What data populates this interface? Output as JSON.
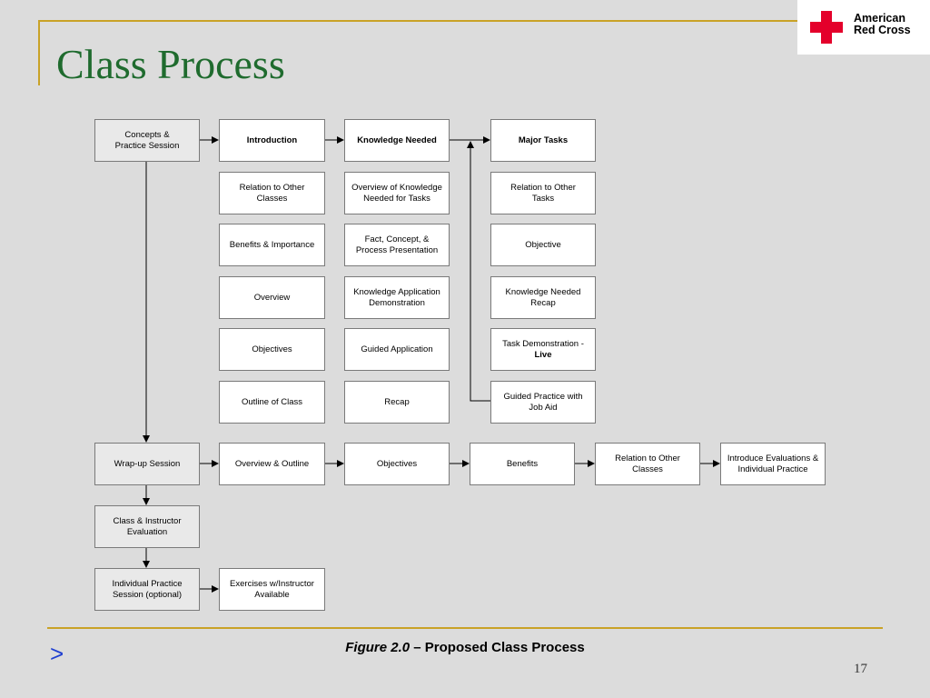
{
  "slide": {
    "title": "Class Process",
    "logo_text": "American\nRed Cross",
    "caption_figure": "Figure 2.0",
    "caption_rest": " – Proposed Class Process",
    "nav_arrow": ">",
    "page_number": "17"
  },
  "colors": {
    "background": "#dcdcdc",
    "title": "#1f6b2e",
    "accent_rule": "#c9a227",
    "logo_red": "#e4002b",
    "nav_arrow": "#1f3fd1"
  },
  "icons": {
    "logo": "red-cross-icon",
    "nav": "next-arrow-icon"
  },
  "nodes": {
    "concepts": "Concepts &\nPractice Session",
    "introduction": "Introduction",
    "knowledge_needed": "Knowledge Needed",
    "major_tasks": "Major Tasks",
    "intro_relation": "Relation to Other\nClasses",
    "intro_benefits": "Benefits & Importance",
    "intro_overview": "Overview",
    "intro_objectives": "Objectives",
    "intro_outline": "Outline of Class",
    "kn_overview": "Overview of Knowledge\nNeeded for Tasks",
    "kn_fact": "Fact, Concept, &\nProcess Presentation",
    "kn_app_demo": "Knowledge Application\nDemonstration",
    "kn_guided": "Guided Application",
    "kn_recap": "Recap",
    "mt_relation": "Relation to Other\nTasks",
    "mt_objective": "Objective",
    "mt_kn_recap": "Knowledge Needed\nRecap",
    "mt_task_demo": "Task Demonstration -",
    "mt_task_demo_live": "Live",
    "mt_guided_practice": "Guided Practice with\nJob Aid",
    "wrapup": "Wrap-up Session",
    "wu_overview": "Overview & Outline",
    "wu_objectives": "Objectives",
    "wu_benefits": "Benefits",
    "wu_relation": "Relation to Other\nClasses",
    "wu_introduce": "Introduce Evaluations &\nIndividual Practice",
    "evaluation": "Class & Instructor\nEvaluation",
    "individual": "Individual Practice\nSession (optional)",
    "exercises": "Exercises w/Instructor\nAvailable"
  }
}
